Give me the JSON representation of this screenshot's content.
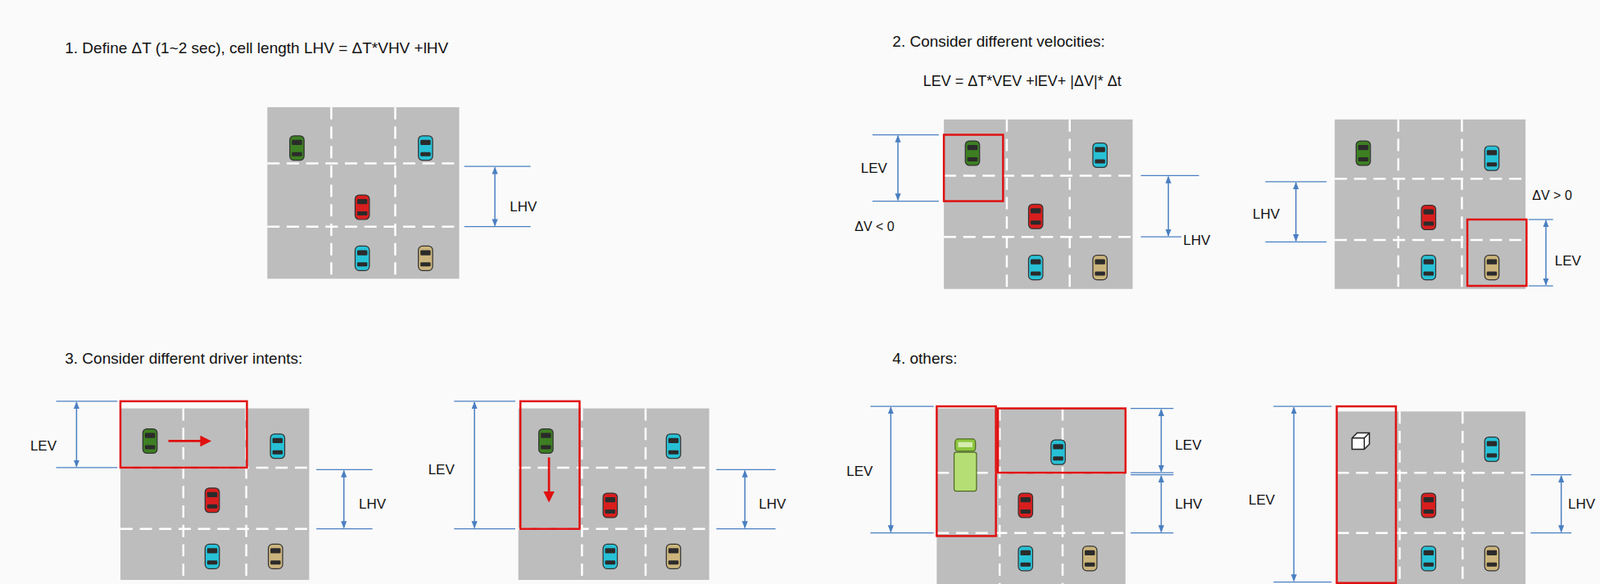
{
  "diagram": {
    "labels": [
      "1. Define ΔT (1~2 sec), cell length LHV = ΔT*VHV +lHV",
      "LHV",
      "2. Consider different velocities:",
      "LEV = ΔT*VEV +lEV+ |ΔV|* Δt",
      "LEV",
      "ΔV < 0",
      "LHV",
      "LHV",
      "ΔV > 0",
      "LEV",
      "3. Consider different driver intents:",
      "LEV",
      "LHV",
      "LEV",
      "LHV",
      "4. others:",
      "LEV",
      "LEV",
      "LHV",
      "LEV",
      "LHV"
    ]
  }
}
